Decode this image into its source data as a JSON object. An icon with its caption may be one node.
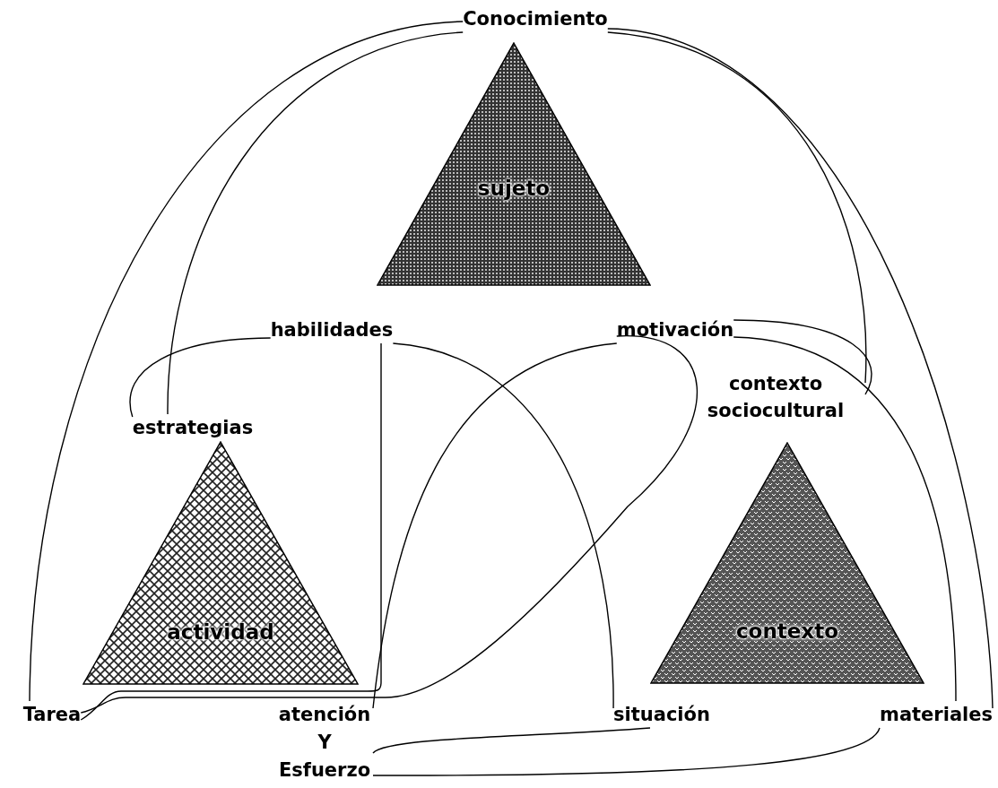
{
  "diagram": {
    "nodes": [
      {
        "text": [
          "Conocimiento"
        ]
      },
      {
        "text": [
          "sujeto"
        ]
      },
      {
        "text": [
          "habilidades"
        ]
      },
      {
        "text": [
          "motivación"
        ]
      },
      {
        "text": [
          "estrategias"
        ]
      },
      {
        "text": [
          "contexto sociocultural"
        ]
      },
      {
        "text": [
          "actividad"
        ]
      },
      {
        "text": [
          "contexto"
        ]
      },
      {
        "text": [
          "Tarea"
        ]
      },
      {
        "text": [
          "atención Y Esfuerzo"
        ]
      },
      {
        "text": [
          "situación"
        ]
      },
      {
        "text": [
          "materiales"
        ]
      }
    ],
    "edges": [
      {
        "from": 0,
        "to": 8,
        "arrow": "none"
      },
      {
        "from": 0,
        "to": 4,
        "arrow": "none"
      },
      {
        "from": 0,
        "to": 11,
        "arrow": "none"
      },
      {
        "from": 0,
        "to": 5,
        "arrow": "none"
      },
      {
        "from": 2,
        "to": 4,
        "arrow": "none"
      },
      {
        "from": 2,
        "to": 8,
        "arrow": "none"
      },
      {
        "from": 2,
        "to": 10,
        "arrow": "none"
      },
      {
        "from": 3,
        "to": 8,
        "arrow": "none"
      },
      {
        "from": 3,
        "to": 9,
        "arrow": "none"
      },
      {
        "from": 3,
        "to": 5,
        "arrow": "none"
      },
      {
        "from": 3,
        "to": 11,
        "arrow": "none"
      },
      {
        "from": 9,
        "to": 10,
        "arrow": "none"
      },
      {
        "from": 9,
        "to": 11,
        "arrow": "none"
      }
    ]
  }
}
